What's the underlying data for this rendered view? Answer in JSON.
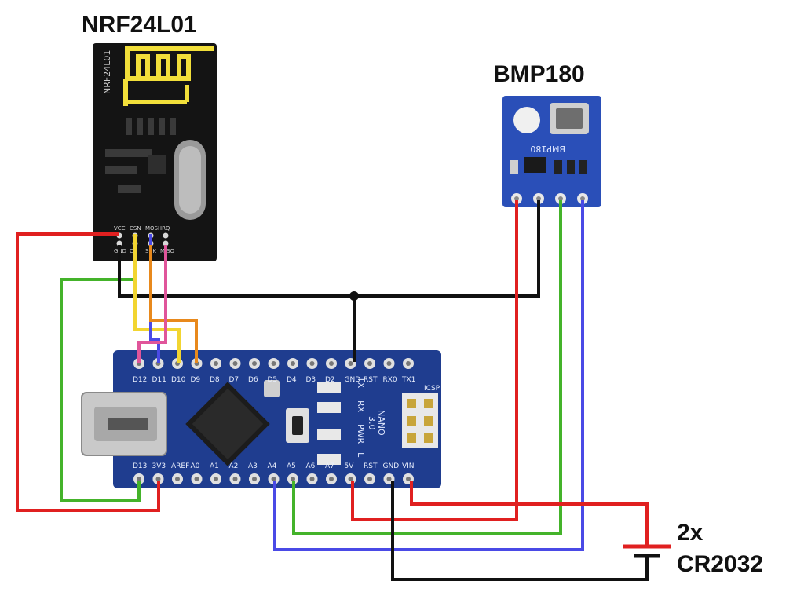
{
  "modules": {
    "nrf": {
      "title": "NRF24L01",
      "side_text": "NRF24L01",
      "top_pins": [
        "VCC",
        "CSN",
        "MOSI",
        "IRQ"
      ],
      "bottom_pins": [
        "GND",
        "CE",
        "SCK",
        "MISO"
      ]
    },
    "bmp": {
      "title": "BMP180",
      "board_text": "BMP180"
    },
    "nano": {
      "top_pins": [
        "D12",
        "D11",
        "D10",
        "D9",
        "D8",
        "D7",
        "D6",
        "D5",
        "D4",
        "D3",
        "D2",
        "GND",
        "RST",
        "RX0",
        "TX1"
      ],
      "bottom_pins": [
        "D13",
        "3V3",
        "AREF",
        "A0",
        "A1",
        "A2",
        "A3",
        "A4",
        "A5",
        "A6",
        "A7",
        "5V",
        "RST",
        "GND",
        "VIN"
      ],
      "led_labels": [
        "TX",
        "RX",
        "PWR",
        "L"
      ],
      "nano_text": "NANO",
      "version_text": "3.0",
      "icsp_text": "ICSP"
    },
    "battery": {
      "count": "2x",
      "type": "CR2032"
    }
  },
  "colors": {
    "red": "#e02020",
    "black": "#111111",
    "green": "#44b32a",
    "blue": "#4a4ae6",
    "yellow": "#f2d531",
    "orange": "#e8891c",
    "pink": "#e0559a",
    "nano_board": "#1f3d8f",
    "bmp_board": "#2a4fb8",
    "nrf_board": "#141414",
    "antenna": "#f2df3a"
  }
}
